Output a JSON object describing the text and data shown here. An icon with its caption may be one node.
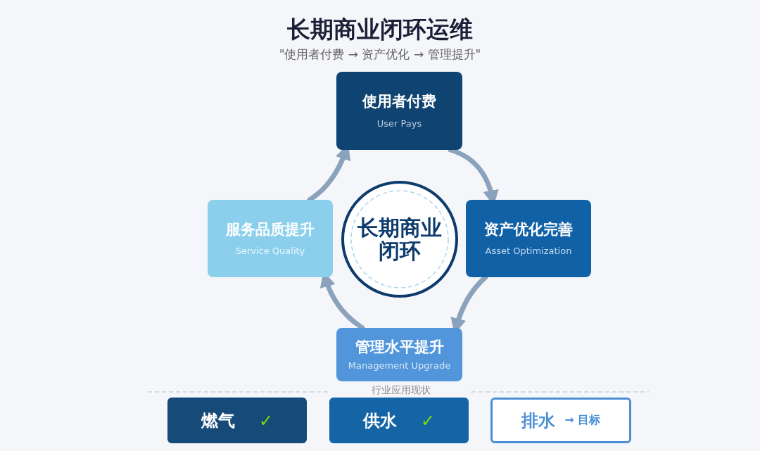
{
  "diagram": {
    "title": "长期商业闭环运维",
    "nodes": [
      {
        "text": [
          "使用者付费",
          "User Pays"
        ]
      },
      {
        "text": [
          "资产优化完善",
          "Asset Optimization"
        ]
      },
      {
        "text": [
          "管理水平提升",
          "Management Upgrade"
        ]
      },
      {
        "text": [
          "服务品质提升",
          "Service Quality"
        ]
      },
      {
        "text": [
          "长期商业闭环"
        ]
      },
      {
        "text": [
          "燃气",
          "✓"
        ]
      },
      {
        "text": [
          "供水",
          "✓"
        ]
      },
      {
        "text": [
          "排水",
          "→ 目标"
        ]
      }
    ],
    "edges": [
      {
        "from": 0,
        "to": 1,
        "arrow": "to"
      },
      {
        "from": 1,
        "to": 2,
        "arrow": "to"
      },
      {
        "from": 2,
        "to": 3,
        "arrow": "to"
      },
      {
        "from": 3,
        "to": 0,
        "arrow": "to"
      }
    ],
    "labels": [
      "\"使用者付费 → 资产优化 → 管理提升\"",
      "行业应用现状"
    ]
  }
}
